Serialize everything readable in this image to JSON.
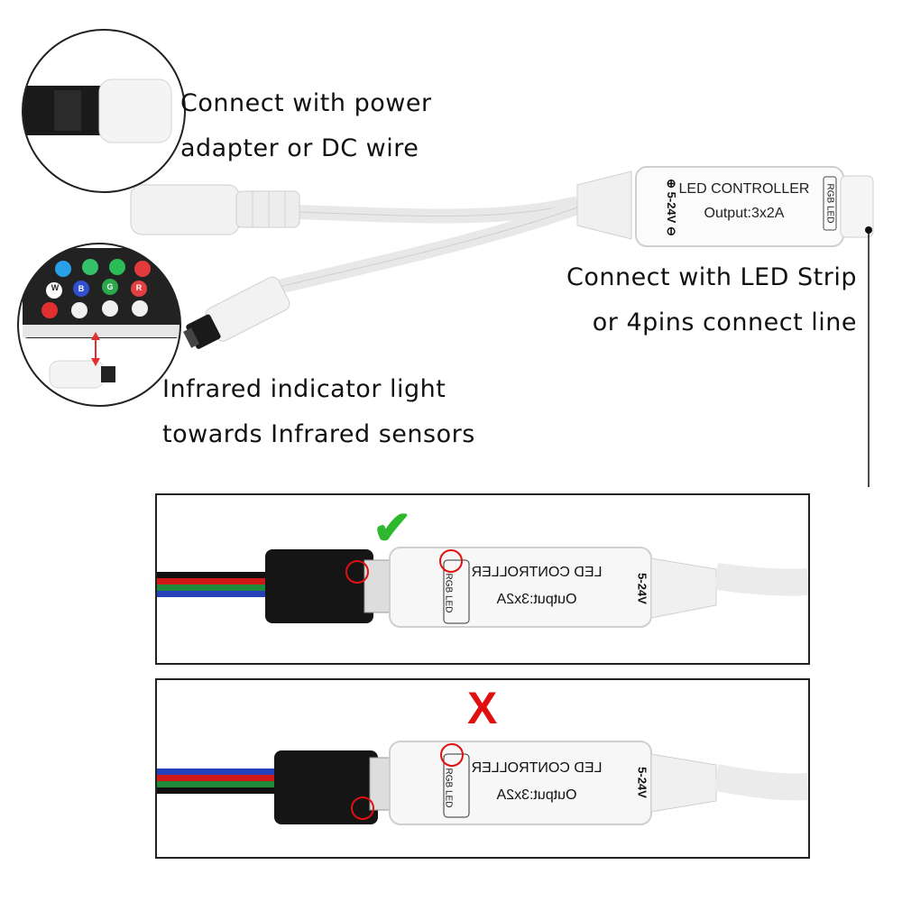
{
  "annotations": {
    "power": [
      "Connect with power",
      "adapter or DC wire"
    ],
    "strip": [
      "Connect with LED Strip",
      "or 4pins connect line"
    ],
    "infrared": [
      "Infrared indicator light",
      "towards Infrared sensors"
    ]
  },
  "controller": {
    "title": "LED CONTROLLER",
    "output": "Output:3x2A",
    "voltage": "5-24V",
    "strip_tag": "RGB LED"
  },
  "remote_keys": [
    "W",
    "R",
    "G",
    "B"
  ],
  "panels": [
    {
      "status": "correct",
      "mark": "✔",
      "mark_color": "#2db82d"
    },
    {
      "status": "incorrect",
      "mark": "X",
      "mark_color": "#e01010"
    }
  ],
  "colors": {
    "wire_red": "#d01818",
    "wire_green": "#1f8a3a",
    "wire_blue": "#2540b8",
    "wire_black": "#111111"
  }
}
